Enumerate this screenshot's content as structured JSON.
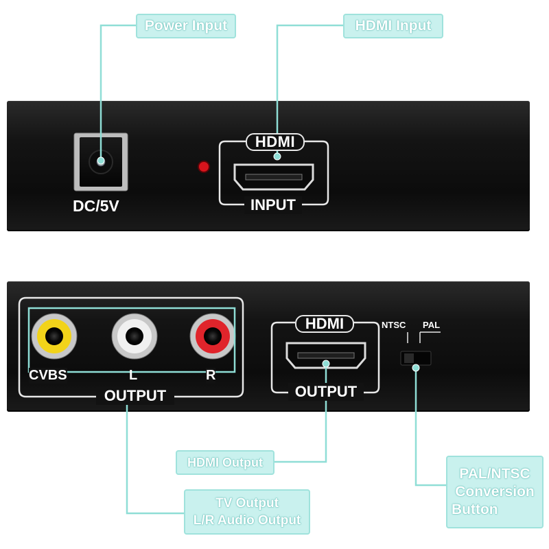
{
  "callouts": {
    "power_input": "Power Input",
    "hdmi_input": "HDMI Input",
    "hdmi_output": "HDMI Output",
    "tv_output_line1": "TV Output",
    "tv_output_line2": "L/R Audio Output",
    "pal_ntsc_line1": "PAL/NTSC",
    "pal_ntsc_line2": "Conversion",
    "pal_ntsc_line3": "Button"
  },
  "top_panel": {
    "dc_label": "DC/5V",
    "hdmi_logo": "HDMI",
    "input_label": "INPUT"
  },
  "bottom_panel": {
    "cvbs_label": "CVBS",
    "left_label": "L",
    "right_label": "R",
    "av_output_label": "OUTPUT",
    "hdmi_logo": "HDMI",
    "hdmi_output_label": "OUTPUT",
    "ntsc_label": "NTSC",
    "pal_label": "PAL"
  },
  "colors": {
    "callout_fill": "#c9f1ee",
    "leader_line": "#8fded6",
    "panel": "#111111",
    "cvbs_jack": "#f2d31a",
    "left_jack": "#f0f0f0",
    "right_jack": "#e0242b",
    "power_led": "#d8141c"
  }
}
